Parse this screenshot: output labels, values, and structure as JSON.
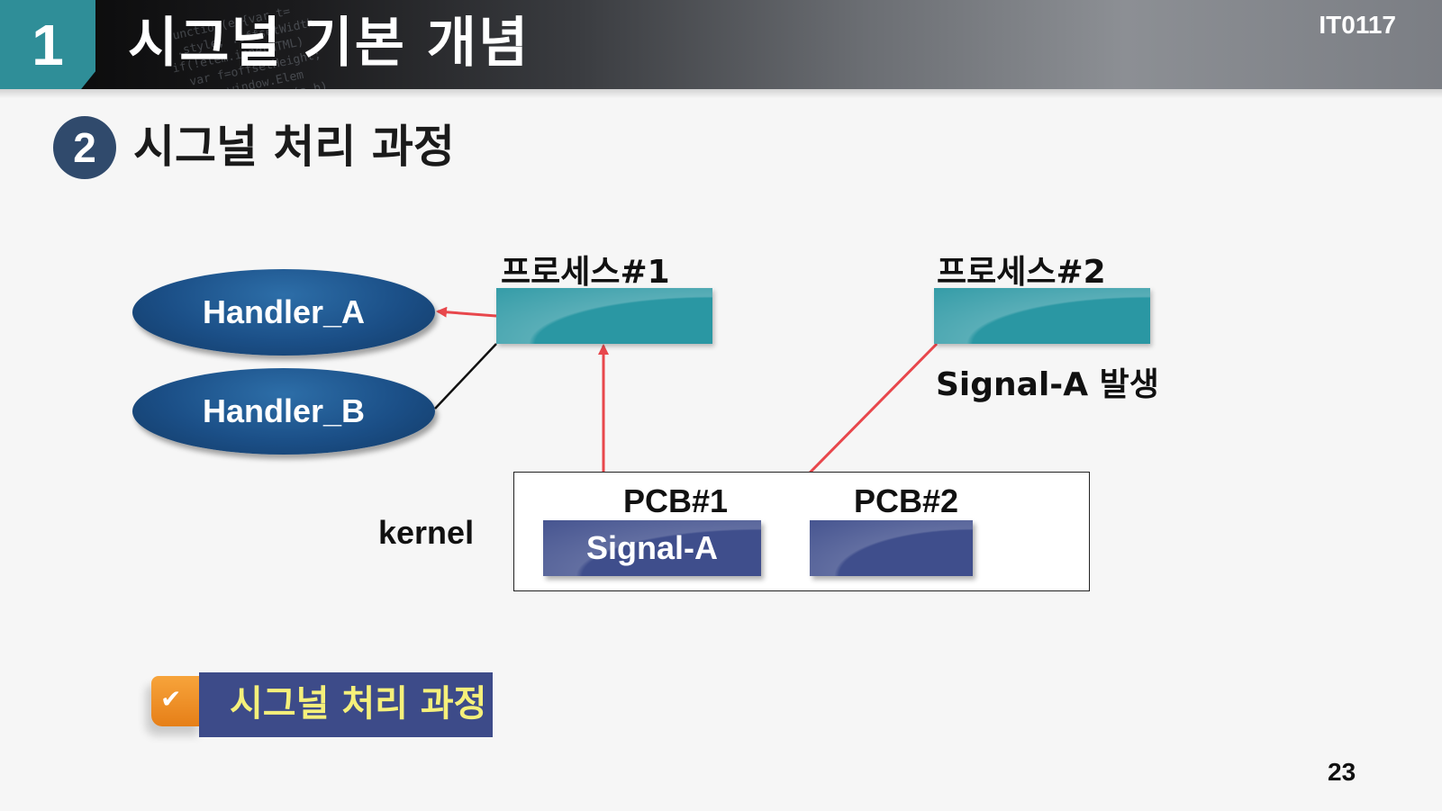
{
  "header": {
    "section_number": "1",
    "title": "시그널 기본 개념",
    "course_code": "IT0117"
  },
  "subsection": {
    "number": "2",
    "title": "시그널 처리 과정"
  },
  "diagram": {
    "handlers": [
      "Handler_A",
      "Handler_B"
    ],
    "process_1": {
      "label": "프로세스#1"
    },
    "process_2": {
      "label": "프로세스#2",
      "event_text": "Signal-A 발생"
    },
    "kernel": {
      "label": "kernel",
      "pcb_1": {
        "label": "PCB#1",
        "content": "Signal-A"
      },
      "pcb_2": {
        "label": "PCB#2",
        "content": ""
      }
    },
    "colors": {
      "process_box": "#2a97a3",
      "pcb_box": "#3f4e8c",
      "handler": "#1b4f87",
      "arrow": "#e8474c"
    }
  },
  "caption": {
    "icon": "checkmark-icon",
    "text": "시그널 처리 과정"
  },
  "page_number": "23"
}
